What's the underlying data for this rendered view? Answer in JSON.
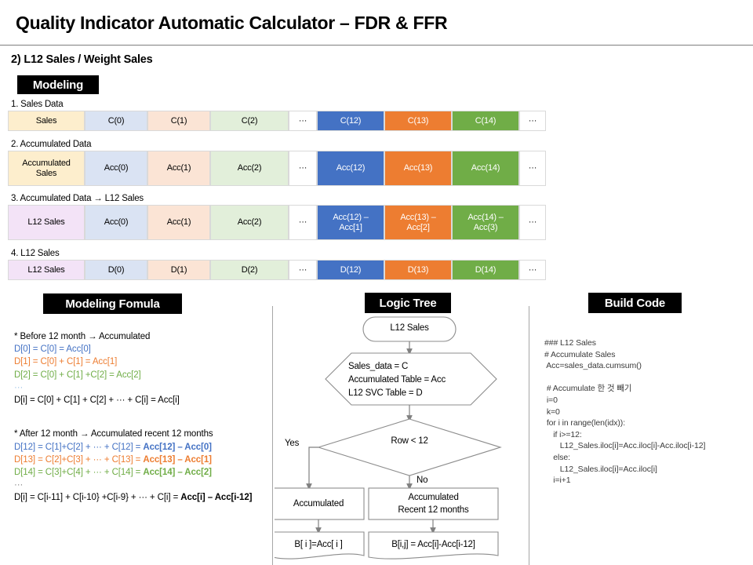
{
  "header": {
    "title": "Quality Indicator Automatic Calculator – FDR & FFR",
    "subtitle": "2) L12 Sales / Weight Sales",
    "modeling_chip": "Modeling"
  },
  "tables": [
    {
      "caption": "1. Sales Data",
      "label_style": "cream",
      "cells": [
        "Sales",
        "C(0)",
        "C(1)",
        "C(2)",
        "···",
        "C(12)",
        "C(13)",
        "C(14)",
        "···"
      ]
    },
    {
      "caption": "2. Accumulated Data",
      "label_style": "cream",
      "cells": [
        "Accumulated\nSales",
        "Acc(0)",
        "Acc(1)",
        "Acc(2)",
        "···",
        "Acc(12)",
        "Acc(13)",
        "Acc(14)",
        "···"
      ]
    },
    {
      "caption": "3. Accumulated Data → L12 Sales",
      "label_style": "lavender",
      "cells": [
        "L12 Sales",
        "Acc(0)",
        "Acc(1)",
        "Acc(2)",
        "···",
        "Acc(12) –\nAcc[1]",
        "Acc(13) –\nAcc[2]",
        "Acc(14) –\nAcc(3)",
        "···"
      ]
    },
    {
      "caption": "4. L12 Sales",
      "label_style": "lavender",
      "cells": [
        "L12 Sales",
        "D(0)",
        "D(1)",
        "D(2)",
        "···",
        "D(12)",
        "D(13)",
        "D(14)",
        "···"
      ]
    }
  ],
  "sections": {
    "formula_chip": "Modeling Fomula",
    "logic_chip": "Logic Tree",
    "build_chip": "Build Code"
  },
  "formula": {
    "before_heading": "* Before 12 month → Accumulated",
    "before_lines": [
      "D[0] = C[0] = Acc[0]",
      "D[1] = C[0] + C[1] = Acc[1]",
      "D[2] = C[0] + C[1] +C[2]  = Acc[2]",
      "···",
      "D[i] = C[0] + C[1] + C[2] + ··· + C[i] = Acc[i]"
    ],
    "after_heading": "* After 12 month → Accumulated recent 12 months",
    "after_lines": [
      "D[12] = C[1]+C[2] + ··· + C[12] = Acc[12] – Acc[0]",
      "D[13] = C[2]+C[3] + ··· + C[13] = Acc[13] – Acc[1]",
      "D[14] = C[3]+C[4] + ··· + C[14] = Acc[14] – Acc[2]",
      "···",
      "D[i] = C[i-11] + C[i-10} +C[i-9} + ··· + C[i]  = Acc[i] – Acc[i-12]"
    ]
  },
  "logic_tree": {
    "start": "L12 Sales",
    "definitions": [
      "Sales_data = C",
      "Accumulated Table = Acc",
      "L12 SVC  Table = D"
    ],
    "decision": "Row < 12",
    "yes_label": "Yes",
    "no_label": "No",
    "yes_box": "Accumulated",
    "no_box_line1": "Accumulated",
    "no_box_line2": "Recent 12 months",
    "yes_result": "B[ i ]=Acc[ i ]",
    "no_result": "B[i,j] = Acc[i]-Acc[i-12]"
  },
  "build_code": {
    "lines": [
      "### L12 Sales",
      "# Accumulate Sales",
      " Acc=sales_data.cumsum()",
      "",
      " # Accumulate 한 것 빼기",
      " i=0",
      " k=0",
      " for i in range(len(idx)):",
      "    if i>=12:",
      "       L12_Sales.iloc[i]=Acc.iloc[i]-Acc.iloc[i-12]",
      "    else:",
      "       L12_Sales.iloc[i]=Acc.iloc[i]",
      "    i=i+1"
    ]
  },
  "colors": {
    "cream": "#fdeecd",
    "lavender": "#f3e3f7",
    "pastel_blue": "#dae3f3",
    "pastel_orange": "#fbe4d5",
    "pastel_green": "#e2efda",
    "blue": "#4472c4",
    "orange": "#ed7d31",
    "green": "#70ad47"
  }
}
